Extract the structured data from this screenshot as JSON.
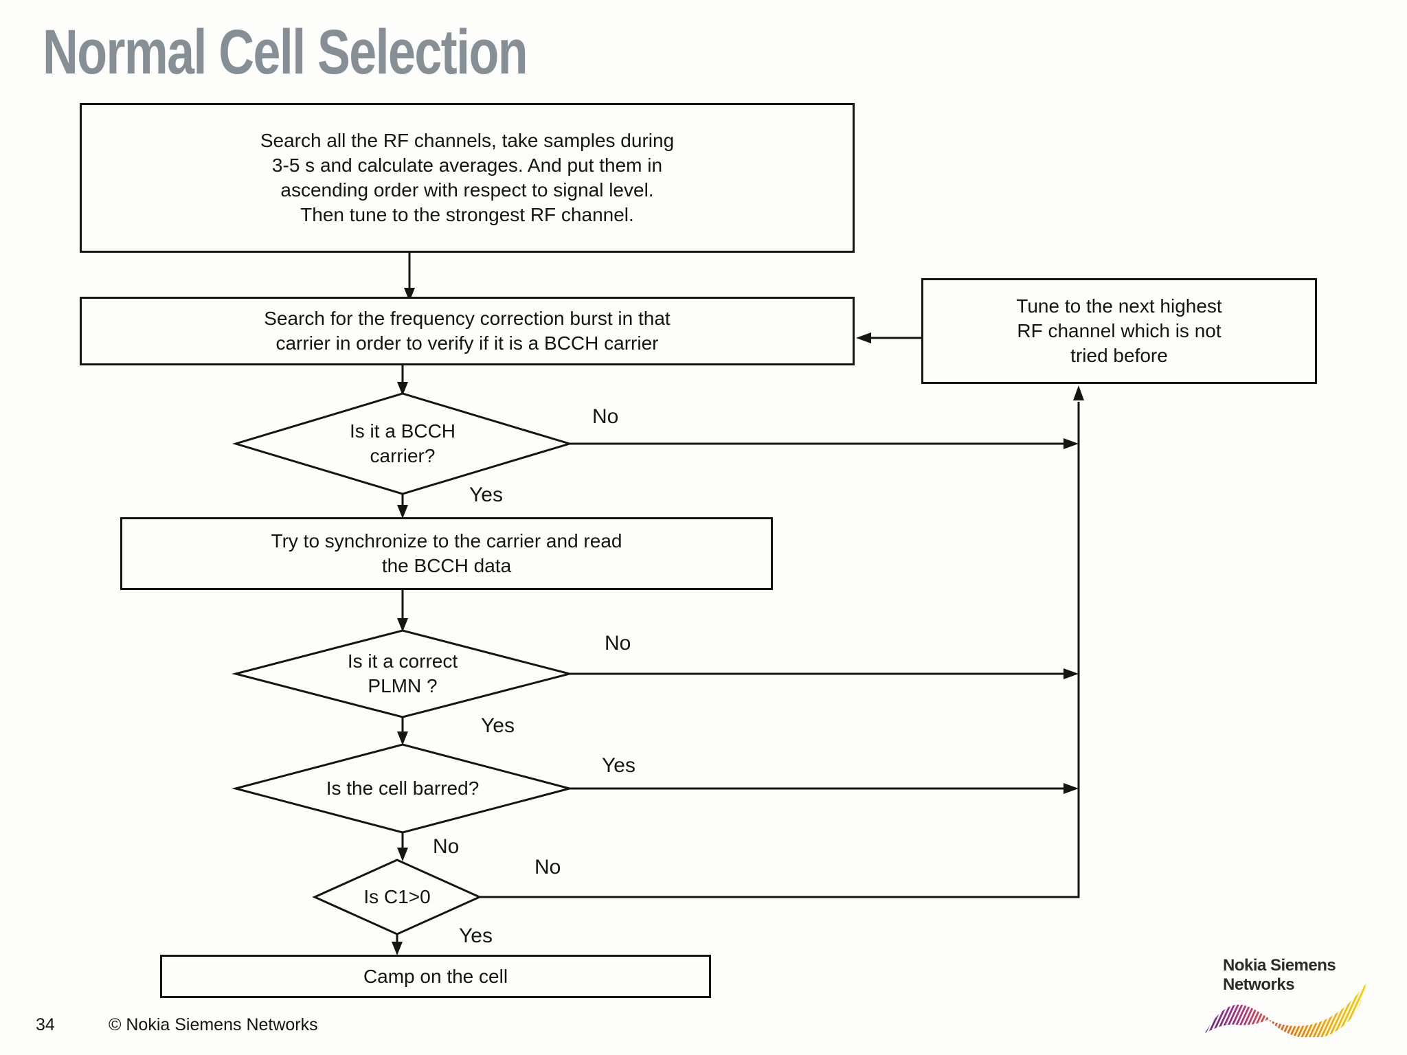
{
  "slide": {
    "title": "Normal Cell Selection",
    "page_number": "34",
    "copyright": "© Nokia Siemens Networks"
  },
  "logo": {
    "brand": "Nokia Siemens\nNetworks",
    "wave_colors": [
      "#5b2d7f",
      "#9c2b8f",
      "#d64550",
      "#ef7d00",
      "#f9b000",
      "#fdd900"
    ]
  },
  "flowchart": {
    "line_color": "#151515",
    "boxes": {
      "search_rf": "Search all the RF channels, take samples during\n3-5 s and calculate averages. And put them in\nascending order with respect to signal level.\nThen tune to the strongest RF channel.",
      "freq_burst": "Search for the frequency correction burst in that\ncarrier in order to verify  if it is a BCCH  carrier",
      "tune_next": "Tune to the next highest\nRF channel which is not\ntried before",
      "synchronize": "Try to synchronize to the carrier and read\nthe BCCH data",
      "camp": "Camp on the cell"
    },
    "decisions": {
      "bcch": "Is it a BCCH\ncarrier?",
      "plmn": "Is it a correct\nPLMN ?",
      "barred": "Is the cell  barred?",
      "c1": "Is C1>0"
    },
    "labels": {
      "bcch_no": "No",
      "bcch_yes": "Yes",
      "plmn_no": "No",
      "plmn_yes": "Yes",
      "barred_yes": "Yes",
      "barred_no": "No",
      "c1_no": "No",
      "c1_yes": "Yes"
    }
  }
}
